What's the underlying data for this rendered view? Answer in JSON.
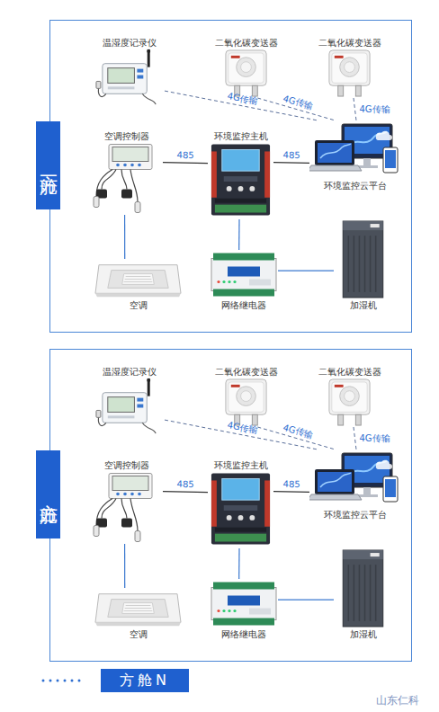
{
  "diagram": {
    "nodes": [
      {
        "text": [
          "方舱一"
        ]
      },
      {
        "text": [
          "温湿度记录仪"
        ],
        "in": 0
      },
      {
        "text": [
          "二氧化碳变送器"
        ],
        "in": 0
      },
      {
        "text": [
          "二氧化碳变送器"
        ],
        "in": 0
      },
      {
        "text": [
          "空调控制器"
        ],
        "in": 0
      },
      {
        "text": [
          "环境监控主机"
        ],
        "in": 0
      },
      {
        "text": [
          "环境监控云平台"
        ],
        "in": 0
      },
      {
        "text": [
          "空调"
        ],
        "in": 0
      },
      {
        "text": [
          "网络继电器"
        ],
        "in": 0
      },
      {
        "text": [
          "加湿机"
        ],
        "in": 0
      },
      {
        "text": [
          "方舱二"
        ]
      },
      {
        "text": [
          "温湿度记录仪"
        ],
        "in": 10
      },
      {
        "text": [
          "二氧化碳变送器"
        ],
        "in": 10
      },
      {
        "text": [
          "二氧化碳变送器"
        ],
        "in": 10
      },
      {
        "text": [
          "空调控制器"
        ],
        "in": 10
      },
      {
        "text": [
          "环境监控主机"
        ],
        "in": 10
      },
      {
        "text": [
          "环境监控云平台"
        ],
        "in": 10
      },
      {
        "text": [
          "空调"
        ],
        "in": 10
      },
      {
        "text": [
          "网络继电器"
        ],
        "in": 10
      },
      {
        "text": [
          "加湿机"
        ],
        "in": 10
      },
      {
        "text": [
          "方舱N"
        ]
      }
    ],
    "edges": [
      {
        "from": 1,
        "to": 6,
        "label": "4G传输",
        "arrow": "none"
      },
      {
        "from": 2,
        "to": 6,
        "label": "4G传输",
        "arrow": "none"
      },
      {
        "from": 3,
        "to": 6,
        "label": "4G传输",
        "arrow": "none"
      },
      {
        "from": 4,
        "to": 5,
        "label": "485",
        "arrow": "none"
      },
      {
        "from": 5,
        "to": 6,
        "label": "485",
        "arrow": "none"
      },
      {
        "from": 4,
        "to": 7,
        "arrow": "none"
      },
      {
        "from": 5,
        "to": 8,
        "arrow": "none"
      },
      {
        "from": 8,
        "to": 9,
        "arrow": "none"
      },
      {
        "from": 11,
        "to": 16,
        "label": "4G传输",
        "arrow": "none"
      },
      {
        "from": 12,
        "to": 16,
        "label": "4G传输",
        "arrow": "none"
      },
      {
        "from": 13,
        "to": 16,
        "label": "4G传输",
        "arrow": "none"
      },
      {
        "from": 14,
        "to": 15,
        "label": "485",
        "arrow": "none"
      },
      {
        "from": 15,
        "to": 16,
        "label": "485",
        "arrow": "none"
      },
      {
        "from": 14,
        "to": 17,
        "arrow": "none"
      },
      {
        "from": 15,
        "to": 18,
        "arrow": "none"
      },
      {
        "from": 18,
        "to": 19,
        "arrow": "none"
      }
    ],
    "labels": [
      "山东仁科"
    ]
  }
}
